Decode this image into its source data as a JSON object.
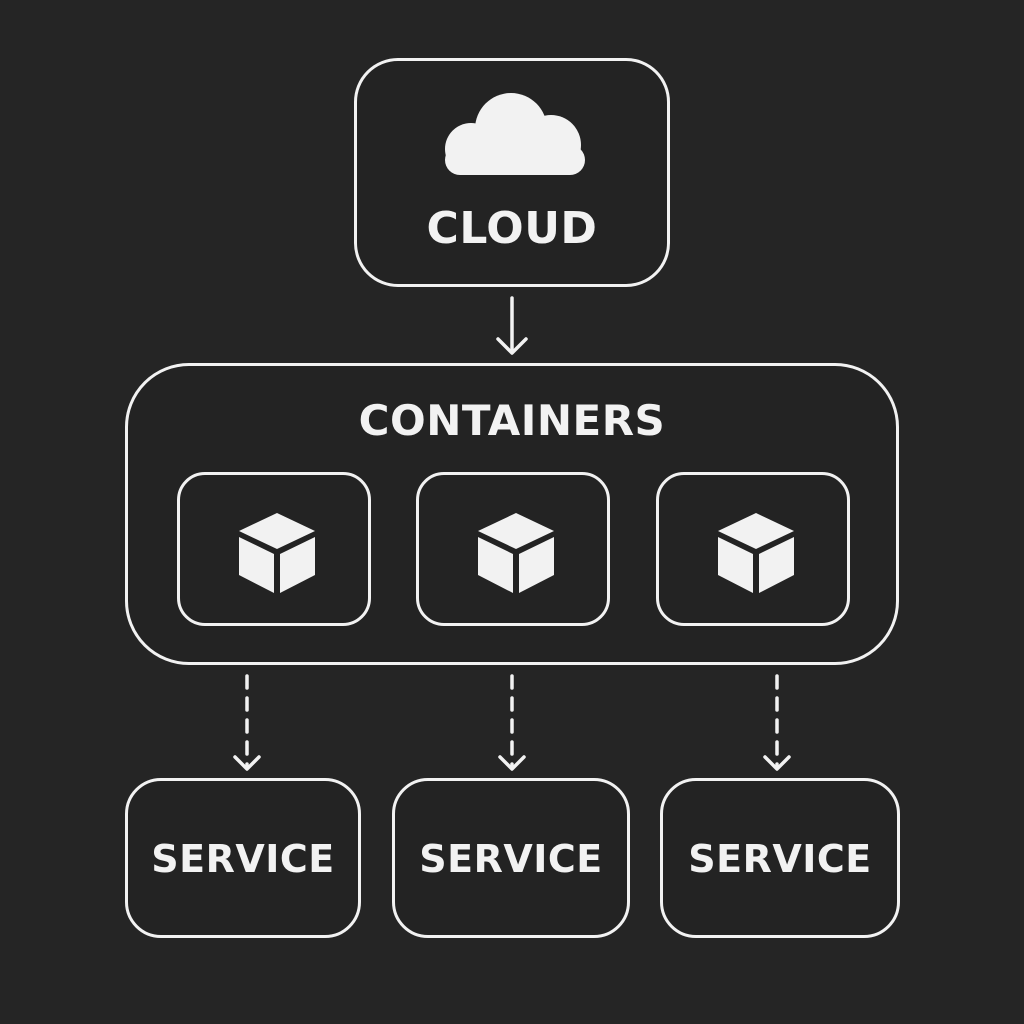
{
  "cloud": {
    "label": "CLOUD",
    "icon": "cloud-icon"
  },
  "containers": {
    "label": "CONTAINERS",
    "items": [
      {
        "icon": "cube-icon"
      },
      {
        "icon": "cube-icon"
      },
      {
        "icon": "cube-icon"
      }
    ]
  },
  "services": [
    {
      "label": "SERVICE"
    },
    {
      "label": "SERVICE"
    },
    {
      "label": "SERVICE"
    }
  ],
  "connectors": [
    {
      "from": "cloud",
      "to": "containers",
      "style": "solid"
    },
    {
      "from": "containers",
      "to": "service-1",
      "style": "dashed"
    },
    {
      "from": "containers",
      "to": "service-2",
      "style": "dashed"
    },
    {
      "from": "containers",
      "to": "service-3",
      "style": "dashed"
    }
  ],
  "colors": {
    "background": "#252525",
    "stroke": "#f2f2f2"
  }
}
